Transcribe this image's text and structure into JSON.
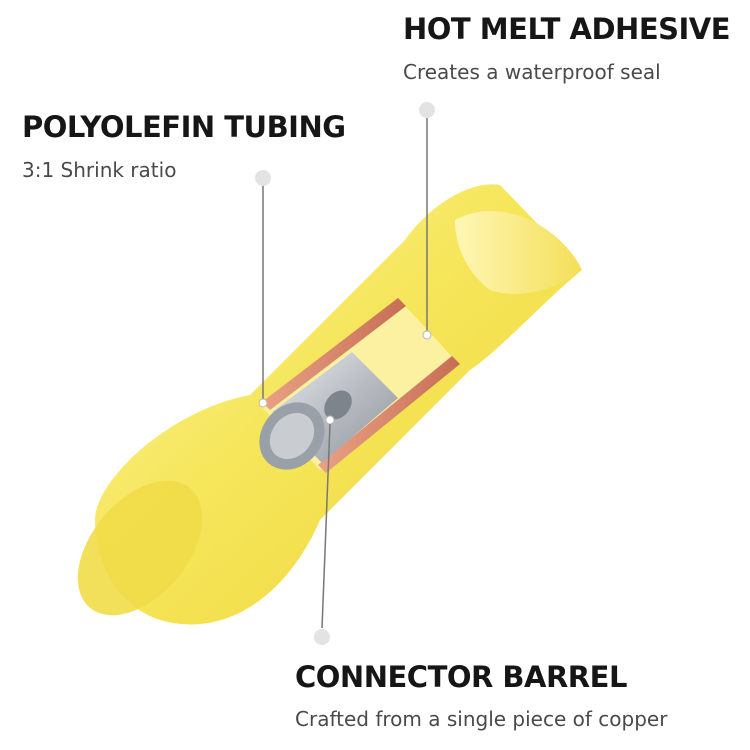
{
  "callouts": {
    "hot_melt": {
      "title": "HOT MELT ADHESIVE",
      "subtitle": "Creates a waterproof seal"
    },
    "polyolefin": {
      "title": "POLYOLEFIN TUBING",
      "subtitle": "3:1 Shrink ratio"
    },
    "connector": {
      "title": "CONNECTOR BARREL",
      "subtitle": "Crafted from a single piece of copper"
    }
  },
  "colors": {
    "tubing": "#f6e65a",
    "tubing_dark": "#e8cf2c",
    "copper": "#d9876a",
    "barrel": "#c9ccd1",
    "leader": "#777777"
  }
}
